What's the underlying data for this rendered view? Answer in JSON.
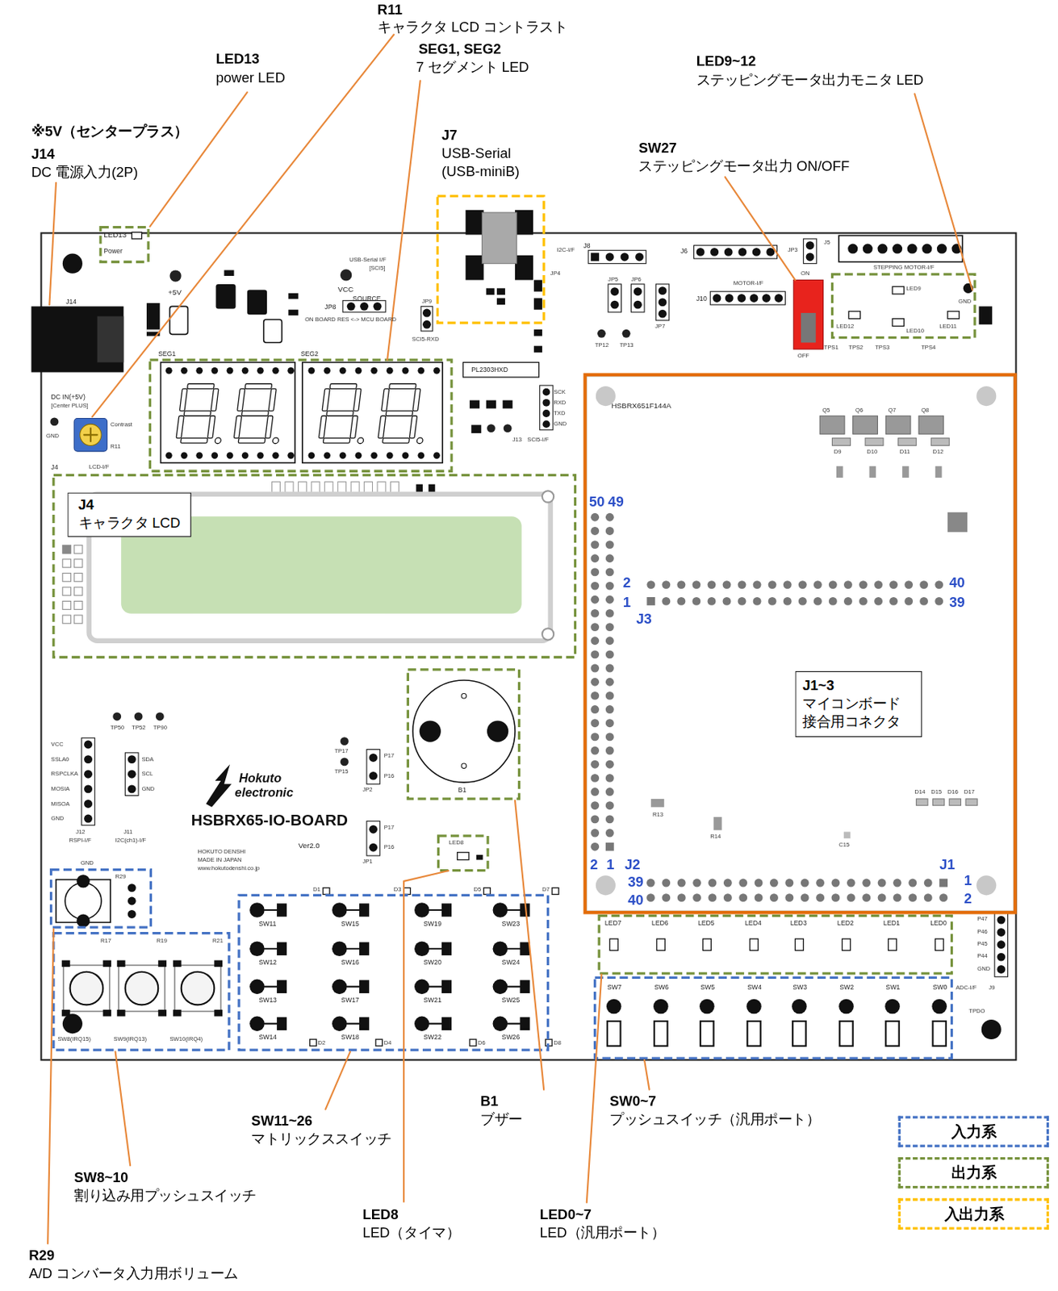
{
  "diagram": {
    "nodes": [
      {
        "text": [
          "J4",
          "キャラクタ LCD"
        ]
      },
      {
        "text": [
          "J1~3",
          "マイコンボード 接合用コネクタ"
        ]
      }
    ],
    "labels": [
      "R11",
      "キャラクタ LCD コントラスト",
      "LED13",
      "power LED",
      "SEG1, SEG2",
      "7 セグメント LED",
      "LED9~12",
      "ステッピングモータ出力モニタ LED",
      "※5V（センタープラス）",
      "J14",
      "DC 電源入力(2P)",
      "J7",
      "USB-Serial",
      "(USB-miniB)",
      "SW27",
      "ステッピングモータ出力 ON/OFF",
      "SW11~26",
      "マトリックススイッチ",
      "B1",
      "ブザー",
      "SW0~7",
      "プッシュスイッチ（汎用ポート）",
      "SW8~10",
      "割り込み用プッシュスイッチ",
      "LED8",
      "LED（タイマ）",
      "LED0~7",
      "LED（汎用ポート）",
      "R29",
      "A/D コンバータ入力用ボリューム",
      "50",
      "49",
      "2",
      "1",
      "40",
      "39",
      "J3",
      "2",
      "1",
      "J2",
      "J1",
      "1",
      "39",
      "2",
      "40",
      "LED13",
      "Power",
      "+5V",
      "VCC",
      "SOURCE",
      "JP8",
      "ON BOARD RES <-> MCU BOARD",
      "USB-Serial I/F",
      "[SCI5]",
      "J8",
      "I2C-I/F",
      "JP4",
      "J6",
      "MOTOR-I/F",
      "J10",
      "JP5",
      "JP6",
      "JP7",
      "JP3",
      "J5",
      "STEPPING MOTOR-I/F",
      "ON",
      "OFF",
      "LED9",
      "LED12",
      "LED11",
      "LED10",
      "GND",
      "SEG1",
      "SEG2",
      "PL2303HXD",
      "J13",
      "SCI5-I/F",
      "SCK",
      "RXD",
      "TXD",
      "GND",
      "JP9",
      "SCI5-RXD",
      "DC IN(+5V)",
      "[Center PLUS]",
      "GND",
      "J14",
      "Contrast",
      "R11",
      "J4",
      "LCD-I/F",
      "HSBRX651F144A",
      "TP50",
      "TP52",
      "TP90",
      "VCC",
      "SSLA0",
      "RSPCLKA",
      "MOSIA",
      "MISOA",
      "GND",
      "J12",
      "RSPI-I/F",
      "SDA",
      "SCL",
      "GND",
      "J11",
      "I2C(ch1)-I/F",
      "TP17",
      "TP15",
      "JP2",
      "P17",
      "P16",
      "JP1",
      "P17",
      "P16",
      "HSBRX65-IO-BOARD",
      "Ver2.0",
      "HOKUTO DENSHI",
      "MADE IN JAPAN",
      "www.hokutodenshi.co.jp",
      "Hokuto",
      "electronic",
      "GND",
      "R29",
      "B1",
      "LED8",
      "SW11",
      "SW15",
      "SW19",
      "SW23",
      "SW12",
      "SW16",
      "SW20",
      "SW24",
      "SW13",
      "SW17",
      "SW21",
      "SW25",
      "SW14",
      "SW18",
      "SW22",
      "SW26",
      "D1",
      "D3",
      "D5",
      "D7",
      "D2",
      "D4",
      "D6",
      "D8",
      "SW8(IRQ15)",
      "SW9(IRQ13)",
      "SW10(IRQ4)",
      "R17",
      "R19",
      "R21",
      "LED7",
      "LED6",
      "LED5",
      "LED4",
      "LED3",
      "LED2",
      "LED1",
      "LED0",
      "SW7",
      "SW6",
      "SW5",
      "SW4",
      "SW3",
      "SW2",
      "SW1",
      "SW0",
      "P47",
      "P46",
      "P45",
      "P44",
      "GND",
      "ADC-I/F",
      "J9",
      "TPDO",
      "D14",
      "D15",
      "D16",
      "D17",
      "C15",
      "R13",
      "R14",
      "Q5",
      "Q6",
      "Q7",
      "Q8",
      "D9",
      "D10",
      "D11",
      "D12",
      "TP12",
      "TP13",
      "TPS1",
      "TPS2",
      "TPS3",
      "TPS4"
    ],
    "legend": [
      {
        "text": "入力系",
        "color": "#4472C4"
      },
      {
        "text": "出力系",
        "color": "#76923C"
      },
      {
        "text": "入出力系",
        "color": "#FFC000"
      }
    ]
  }
}
